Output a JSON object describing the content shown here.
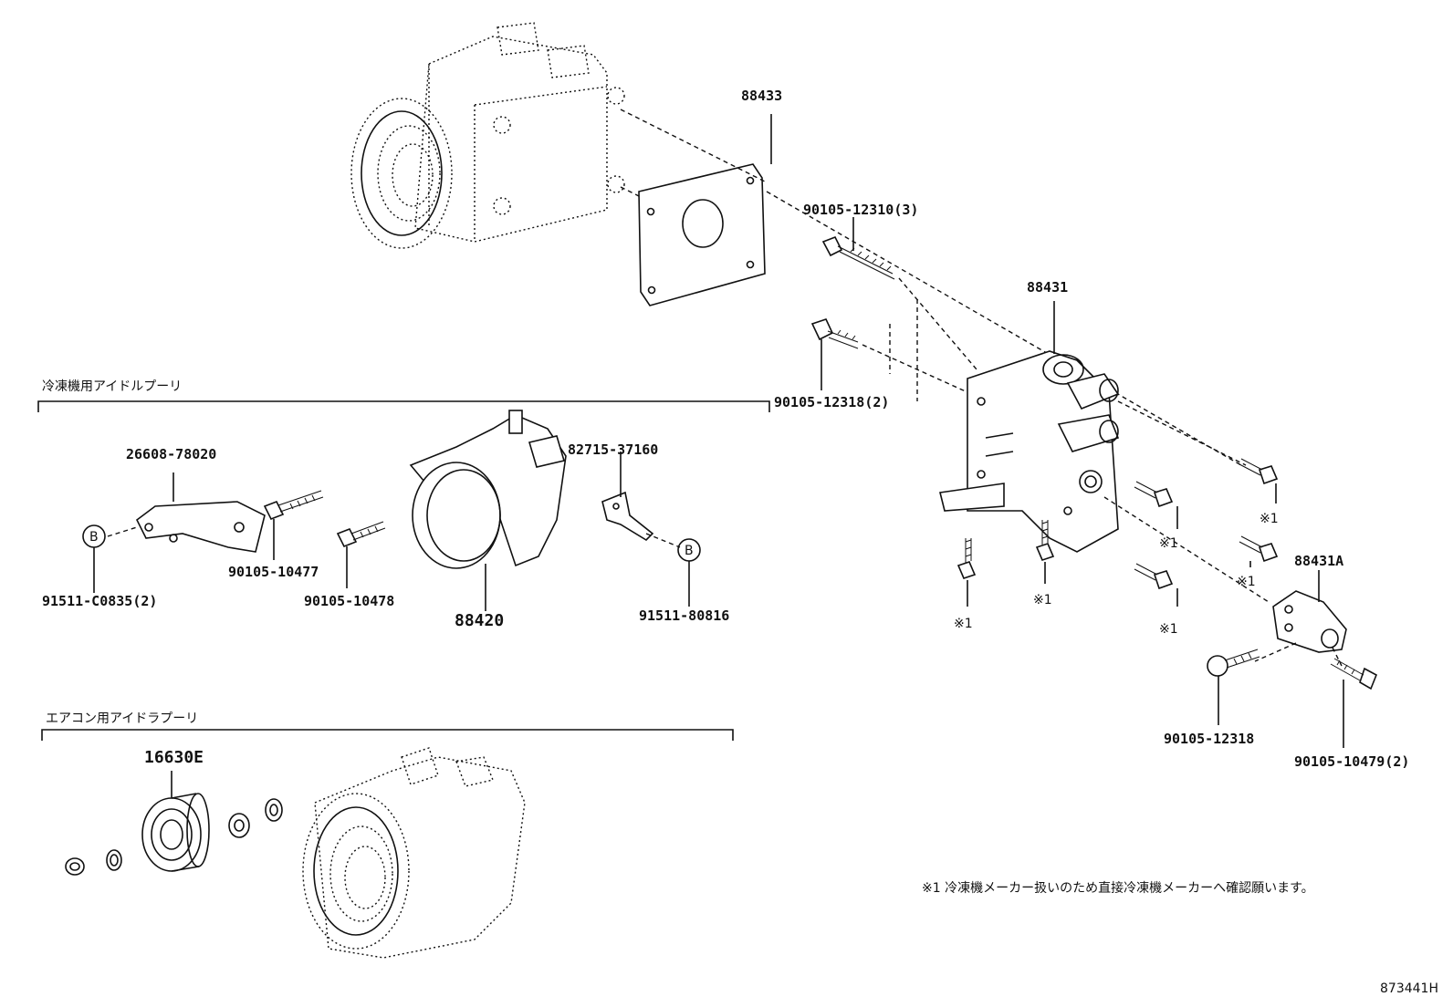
{
  "sections": {
    "refrigerator_idle_pulley": "冷凍機用アイドルプーリ",
    "aircon_idler_pulley": "エアコン用アイドラプーリ"
  },
  "labels": {
    "p88433": "88433",
    "p90105_12310": "90105-12310(3)",
    "p88431": "88431",
    "p90105_12318_2": "90105-12318(2)",
    "p26608_78020": "26608-78020",
    "p82715_37160": "82715-37160",
    "p91511_C0835": "91511-C0835(2)",
    "p90105_10477": "90105-10477",
    "p90105_10478": "90105-10478",
    "p88420": "88420",
    "p91511_80816": "91511-80816",
    "p88431A": "88431A",
    "p90105_12318": "90105-12318",
    "p90105_10479": "90105-10479(2)",
    "p16630E": "16630E",
    "ref_mark": "※1",
    "circle_b": "B"
  },
  "footnote": "※1 冷凍機メーカー扱いのため直接冷凍機メーカーへ確認願います。",
  "diagram_code": "873441H"
}
